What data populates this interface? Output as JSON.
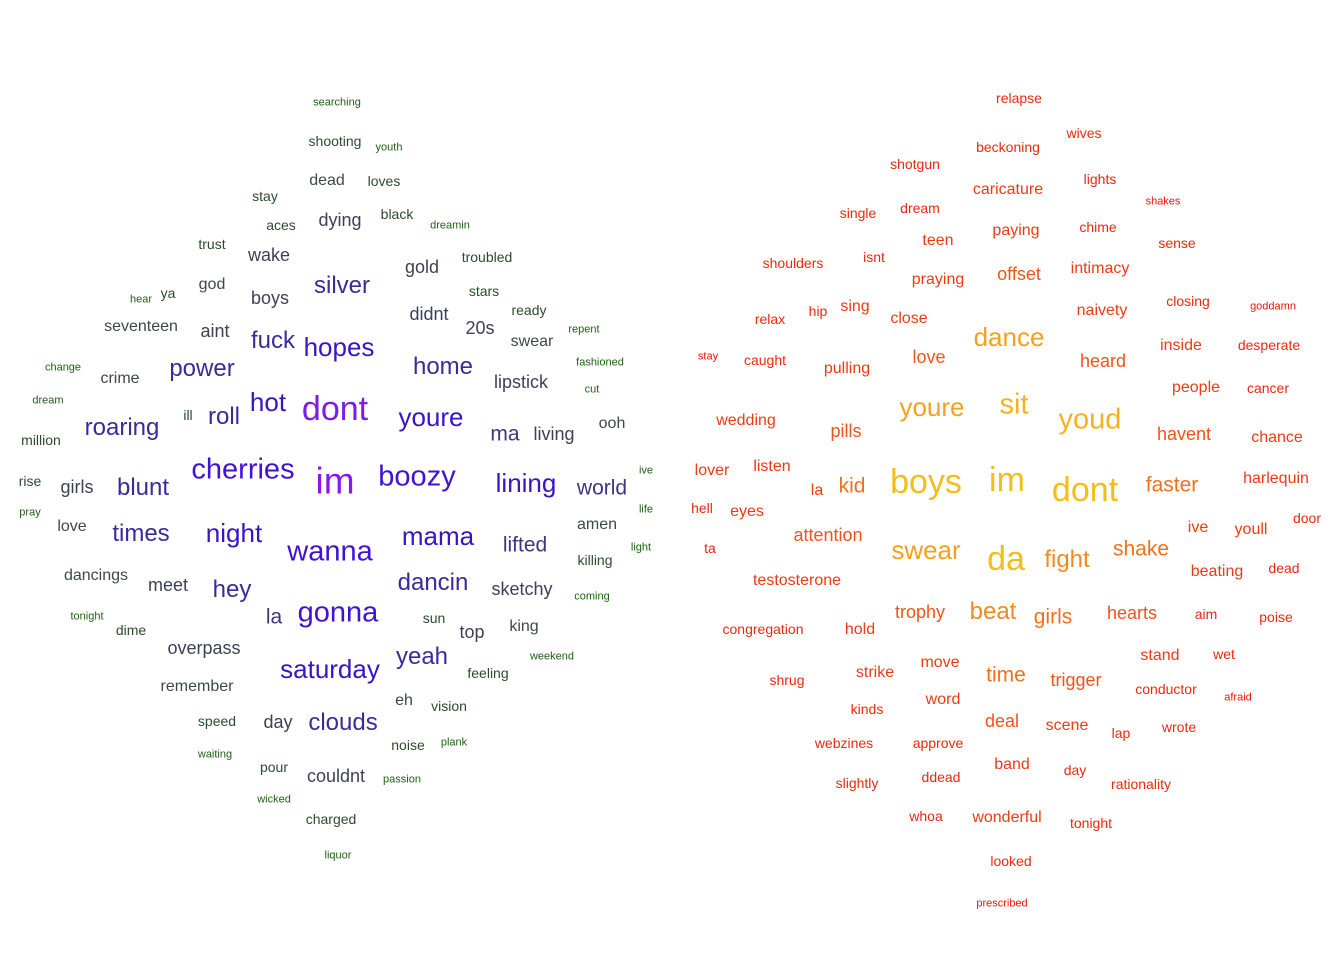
{
  "clouds": [
    {
      "name": "left-cloud",
      "words": [
        {
          "text": "searching",
          "level": 1
        },
        {
          "text": "shooting",
          "level": 2
        },
        {
          "text": "youth",
          "level": 1
        },
        {
          "text": "dead",
          "level": 3
        },
        {
          "text": "loves",
          "level": 2
        },
        {
          "text": "stay",
          "level": 2
        },
        {
          "text": "aces",
          "level": 2
        },
        {
          "text": "dying",
          "level": 4
        },
        {
          "text": "black",
          "level": 2
        },
        {
          "text": "dreamin",
          "level": 1
        },
        {
          "text": "trust",
          "level": 2
        },
        {
          "text": "wake",
          "level": 4
        },
        {
          "text": "gold",
          "level": 4
        },
        {
          "text": "troubled",
          "level": 2
        },
        {
          "text": "hear",
          "level": 1
        },
        {
          "text": "ya",
          "level": 2
        },
        {
          "text": "god",
          "level": 3
        },
        {
          "text": "boys",
          "level": 4
        },
        {
          "text": "silver",
          "level": 6
        },
        {
          "text": "stars",
          "level": 2
        },
        {
          "text": "ready",
          "level": 2
        },
        {
          "text": "seventeen",
          "level": 3
        },
        {
          "text": "aint",
          "level": 4
        },
        {
          "text": "fuck",
          "level": 6
        },
        {
          "text": "hopes",
          "level": 7
        },
        {
          "text": "didnt",
          "level": 4
        },
        {
          "text": "20s",
          "level": 4
        },
        {
          "text": "swear",
          "level": 3
        },
        {
          "text": "repent",
          "level": 1
        },
        {
          "text": "change",
          "level": 1
        },
        {
          "text": "crime",
          "level": 3
        },
        {
          "text": "power",
          "level": 6
        },
        {
          "text": "home",
          "level": 6
        },
        {
          "text": "fashioned",
          "level": 1
        },
        {
          "text": "lipstick",
          "level": 4
        },
        {
          "text": "dream",
          "level": 1
        },
        {
          "text": "cut",
          "level": 1
        },
        {
          "text": "ill",
          "level": 2
        },
        {
          "text": "roll",
          "level": 6
        },
        {
          "text": "hot",
          "level": 7
        },
        {
          "text": "dont",
          "level": 9
        },
        {
          "text": "youre",
          "level": 7
        },
        {
          "text": "roaring",
          "level": 6
        },
        {
          "text": "ooh",
          "level": 3
        },
        {
          "text": "million",
          "level": 2
        },
        {
          "text": "ma",
          "level": 5
        },
        {
          "text": "living",
          "level": 4
        },
        {
          "text": "ive",
          "level": 1
        },
        {
          "text": "rise",
          "level": 2
        },
        {
          "text": "girls",
          "level": 4
        },
        {
          "text": "blunt",
          "level": 6
        },
        {
          "text": "cherries",
          "level": 8
        },
        {
          "text": "im",
          "level": 10
        },
        {
          "text": "boozy",
          "level": 8
        },
        {
          "text": "lining",
          "level": 7
        },
        {
          "text": "world",
          "level": 5
        },
        {
          "text": "pray",
          "level": 1
        },
        {
          "text": "life",
          "level": 1
        },
        {
          "text": "love",
          "level": 3
        },
        {
          "text": "amen",
          "level": 3
        },
        {
          "text": "times",
          "level": 6
        },
        {
          "text": "night",
          "level": 7
        },
        {
          "text": "mama",
          "level": 7
        },
        {
          "text": "lifted",
          "level": 5
        },
        {
          "text": "light",
          "level": 1
        },
        {
          "text": "wanna",
          "level": 8
        },
        {
          "text": "killing",
          "level": 2
        },
        {
          "text": "dancings",
          "level": 3
        },
        {
          "text": "meet",
          "level": 4
        },
        {
          "text": "hey",
          "level": 6
        },
        {
          "text": "dancin",
          "level": 6
        },
        {
          "text": "sketchy",
          "level": 4
        },
        {
          "text": "coming",
          "level": 1
        },
        {
          "text": "tonight",
          "level": 1
        },
        {
          "text": "dime",
          "level": 2
        },
        {
          "text": "la",
          "level": 5
        },
        {
          "text": "gonna",
          "level": 8
        },
        {
          "text": "sun",
          "level": 2
        },
        {
          "text": "top",
          "level": 4
        },
        {
          "text": "king",
          "level": 3
        },
        {
          "text": "overpass",
          "level": 4
        },
        {
          "text": "saturday",
          "level": 7
        },
        {
          "text": "yeah",
          "level": 6
        },
        {
          "text": "weekend",
          "level": 1
        },
        {
          "text": "feeling",
          "level": 2
        },
        {
          "text": "remember",
          "level": 3
        },
        {
          "text": "speed",
          "level": 2
        },
        {
          "text": "day",
          "level": 4
        },
        {
          "text": "clouds",
          "level": 6
        },
        {
          "text": "eh",
          "level": 3
        },
        {
          "text": "vision",
          "level": 2
        },
        {
          "text": "waiting",
          "level": 1
        },
        {
          "text": "plank",
          "level": 1
        },
        {
          "text": "noise",
          "level": 2
        },
        {
          "text": "pour",
          "level": 2
        },
        {
          "text": "couldnt",
          "level": 4
        },
        {
          "text": "wicked",
          "level": 1
        },
        {
          "text": "passion",
          "level": 1
        },
        {
          "text": "charged",
          "level": 2
        },
        {
          "text": "liquor",
          "level": 1
        }
      ]
    },
    {
      "name": "right-cloud",
      "words": [
        {
          "text": "relapse",
          "level": 2
        },
        {
          "text": "wives",
          "level": 2
        },
        {
          "text": "beckoning",
          "level": 2
        },
        {
          "text": "shotgun",
          "level": 2
        },
        {
          "text": "caricature",
          "level": 3
        },
        {
          "text": "lights",
          "level": 2
        },
        {
          "text": "shakes",
          "level": 1
        },
        {
          "text": "single",
          "level": 2
        },
        {
          "text": "dream",
          "level": 2
        },
        {
          "text": "chime",
          "level": 2
        },
        {
          "text": "paying",
          "level": 3
        },
        {
          "text": "teen",
          "level": 3
        },
        {
          "text": "sense",
          "level": 2
        },
        {
          "text": "shoulders",
          "level": 2
        },
        {
          "text": "isnt",
          "level": 2
        },
        {
          "text": "intimacy",
          "level": 3
        },
        {
          "text": "praying",
          "level": 3
        },
        {
          "text": "offset",
          "level": 4
        },
        {
          "text": "sing",
          "level": 3
        },
        {
          "text": "hip",
          "level": 2
        },
        {
          "text": "closing",
          "level": 2
        },
        {
          "text": "relax",
          "level": 2
        },
        {
          "text": "close",
          "level": 3
        },
        {
          "text": "goddamn",
          "level": 1
        },
        {
          "text": "naivety",
          "level": 3
        },
        {
          "text": "dance",
          "level": 7
        },
        {
          "text": "inside",
          "level": 3
        },
        {
          "text": "desperate",
          "level": 2
        },
        {
          "text": "stay",
          "level": 1
        },
        {
          "text": "caught",
          "level": 2
        },
        {
          "text": "love",
          "level": 4
        },
        {
          "text": "pulling",
          "level": 3
        },
        {
          "text": "heard",
          "level": 4
        },
        {
          "text": "people",
          "level": 3
        },
        {
          "text": "cancer",
          "level": 2
        },
        {
          "text": "sit",
          "level": 8
        },
        {
          "text": "youre",
          "level": 7
        },
        {
          "text": "wedding",
          "level": 3
        },
        {
          "text": "youd",
          "level": 8
        },
        {
          "text": "pills",
          "level": 4
        },
        {
          "text": "havent",
          "level": 4
        },
        {
          "text": "chance",
          "level": 3
        },
        {
          "text": "lover",
          "level": 3
        },
        {
          "text": "listen",
          "level": 3
        },
        {
          "text": "harlequin",
          "level": 3
        },
        {
          "text": "boys",
          "level": 9
        },
        {
          "text": "im",
          "level": 9
        },
        {
          "text": "kid",
          "level": 5
        },
        {
          "text": "dont",
          "level": 9
        },
        {
          "text": "faster",
          "level": 5
        },
        {
          "text": "la",
          "level": 3
        },
        {
          "text": "hell",
          "level": 2
        },
        {
          "text": "eyes",
          "level": 3
        },
        {
          "text": "door",
          "level": 2
        },
        {
          "text": "ive",
          "level": 3
        },
        {
          "text": "youll",
          "level": 3
        },
        {
          "text": "attention",
          "level": 4
        },
        {
          "text": "swear",
          "level": 7
        },
        {
          "text": "ta",
          "level": 2
        },
        {
          "text": "shake",
          "level": 5
        },
        {
          "text": "fight",
          "level": 6
        },
        {
          "text": "da",
          "level": 9
        },
        {
          "text": "beating",
          "level": 3
        },
        {
          "text": "dead",
          "level": 2
        },
        {
          "text": "testosterone",
          "level": 3
        },
        {
          "text": "trophy",
          "level": 4
        },
        {
          "text": "beat",
          "level": 6
        },
        {
          "text": "girls",
          "level": 5
        },
        {
          "text": "hearts",
          "level": 4
        },
        {
          "text": "aim",
          "level": 2
        },
        {
          "text": "poise",
          "level": 2
        },
        {
          "text": "congregation",
          "level": 2
        },
        {
          "text": "hold",
          "level": 3
        },
        {
          "text": "stand",
          "level": 3
        },
        {
          "text": "wet",
          "level": 2
        },
        {
          "text": "move",
          "level": 3
        },
        {
          "text": "strike",
          "level": 3
        },
        {
          "text": "time",
          "level": 5
        },
        {
          "text": "shrug",
          "level": 2
        },
        {
          "text": "trigger",
          "level": 4
        },
        {
          "text": "conductor",
          "level": 2
        },
        {
          "text": "afraid",
          "level": 1
        },
        {
          "text": "kinds",
          "level": 2
        },
        {
          "text": "word",
          "level": 3
        },
        {
          "text": "deal",
          "level": 4
        },
        {
          "text": "scene",
          "level": 3
        },
        {
          "text": "lap",
          "level": 2
        },
        {
          "text": "wrote",
          "level": 2
        },
        {
          "text": "webzines",
          "level": 2
        },
        {
          "text": "approve",
          "level": 2
        },
        {
          "text": "band",
          "level": 3
        },
        {
          "text": "day",
          "level": 2
        },
        {
          "text": "slightly",
          "level": 2
        },
        {
          "text": "ddead",
          "level": 2
        },
        {
          "text": "rationality",
          "level": 2
        },
        {
          "text": "whoa",
          "level": 2
        },
        {
          "text": "wonderful",
          "level": 3
        },
        {
          "text": "tonight",
          "level": 2
        },
        {
          "text": "looked",
          "level": 2
        },
        {
          "text": "prescribed",
          "level": 1
        }
      ]
    }
  ],
  "palettes": {
    "left-cloud": {
      "1": "#1e5e12",
      "2": "#2c4a2e",
      "3": "#3c4a44",
      "4": "#3d4158",
      "5": "#3e3680",
      "6": "#3c2a9a",
      "7": "#3516c4",
      "8": "#3f12d6",
      "9": "#7a1de6",
      "10": "#8a18ea"
    },
    "right-cloud": {
      "1": "#e8140c",
      "2": "#ec2810",
      "3": "#ee3a14",
      "4": "#f05418",
      "5": "#f2701c",
      "6": "#f38a20",
      "7": "#f5a020",
      "8": "#f4b21e",
      "9": "#f4be1a",
      "10": "#f4c418"
    }
  }
}
